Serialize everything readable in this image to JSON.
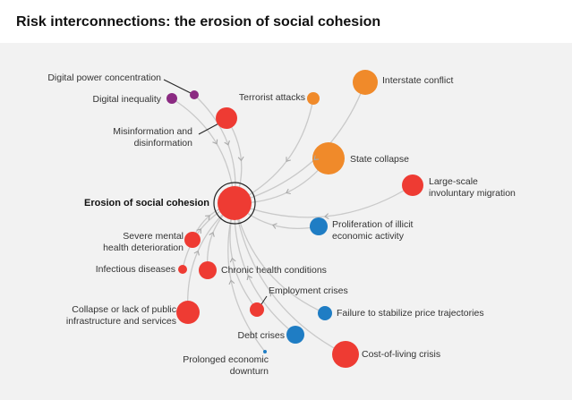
{
  "title": "Risk interconnections: the erosion of social cohesion",
  "colors": {
    "societal": "#ee3b33",
    "technological": "#8b2a82",
    "geopolitical": "#f08a2a",
    "economic": "#1f7dc4",
    "link": "#c9c9c9"
  },
  "center": {
    "label": "Erosion of social cohesion",
    "category": "societal"
  },
  "nodes": [
    {
      "label": [
        "Digital power concentration"
      ],
      "category": "technological"
    },
    {
      "label": [
        "Digital inequality"
      ],
      "category": "technological"
    },
    {
      "label": [
        "Misinformation and",
        "disinformation"
      ],
      "category": "societal"
    },
    {
      "label": [
        "Terrorist attacks"
      ],
      "category": "geopolitical"
    },
    {
      "label": [
        "Interstate conflict"
      ],
      "category": "geopolitical"
    },
    {
      "label": [
        "State collapse"
      ],
      "category": "geopolitical"
    },
    {
      "label": [
        "Large-scale",
        "involuntary migration"
      ],
      "category": "societal"
    },
    {
      "label": [
        "Proliferation of illicit",
        "economic activity"
      ],
      "category": "economic"
    },
    {
      "label": [
        "Severe mental",
        "health deterioration"
      ],
      "category": "societal"
    },
    {
      "label": [
        "Infectious diseases"
      ],
      "category": "societal"
    },
    {
      "label": [
        "Chronic health conditions"
      ],
      "category": "societal"
    },
    {
      "label": [
        "Employment crises"
      ],
      "category": "societal"
    },
    {
      "label": [
        "Failure to stabilize price trajectories"
      ],
      "category": "economic"
    },
    {
      "label": [
        "Collapse or lack of public",
        "infrastructure and services"
      ],
      "category": "societal"
    },
    {
      "label": [
        "Debt crises"
      ],
      "category": "economic"
    },
    {
      "label": [
        "Prolonged economic",
        "downturn"
      ],
      "category": "economic"
    },
    {
      "label": [
        "Cost-of-living crisis"
      ],
      "category": "societal"
    }
  ]
}
